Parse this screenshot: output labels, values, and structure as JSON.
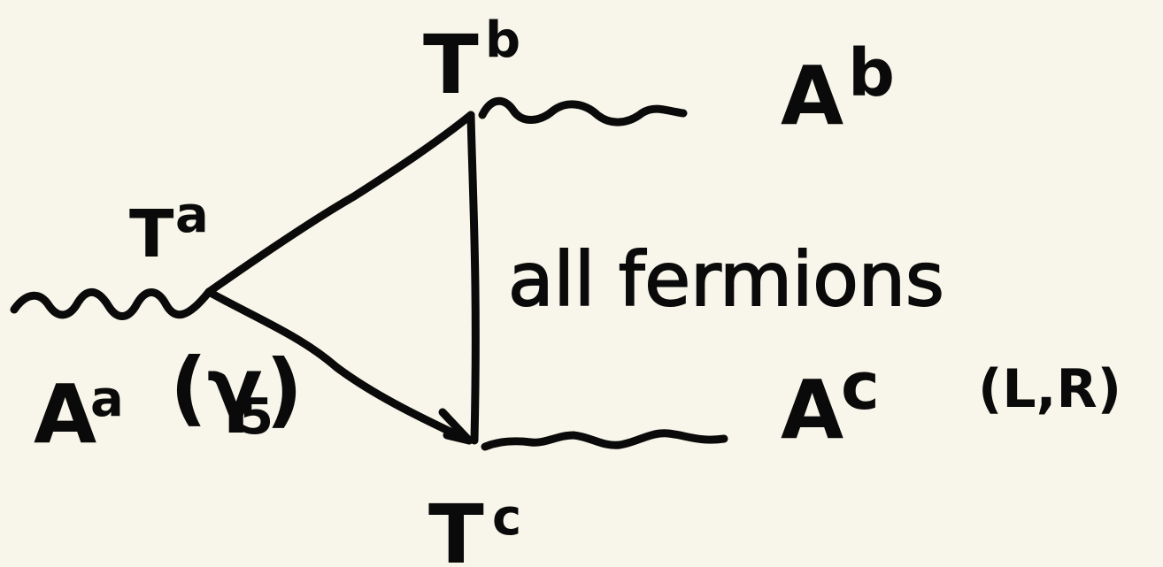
{
  "labels": {
    "t_top": "T",
    "t_top_sup": "b",
    "a_top": "A",
    "a_top_sup": "b",
    "t_left": "T",
    "t_left_sup": "a",
    "a_left": "A",
    "a_left_sup": "a",
    "a_left_note": "(γ",
    "a_left_note_sub": "5",
    "a_left_note_close": ")",
    "a_bottom": "A",
    "a_bottom_sup": "c",
    "a_bottom_note": "(L,R)",
    "t_bottom": "T",
    "t_bottom_sup": "c",
    "loop_label": "all fermions"
  },
  "colors": {
    "background": "#f8f6ea",
    "ink": "#0a0a0a"
  }
}
